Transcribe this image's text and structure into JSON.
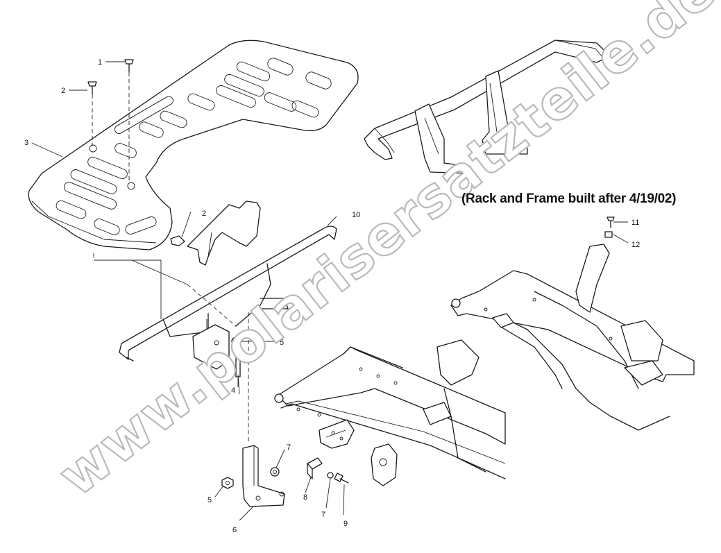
{
  "caption": "(Rack and Frame built after 4/19/02)",
  "watermark": "www.polarisersatzteile.de",
  "callouts": {
    "c1": "1",
    "c2a": "2",
    "c3": "3",
    "c2b": "2",
    "c10": "10",
    "c5a": "5",
    "c4": "4",
    "c7a": "7",
    "c5b": "5",
    "c8": "8",
    "c7b": "7",
    "c6": "6",
    "c9": "9",
    "c11": "11",
    "c12": "12"
  }
}
